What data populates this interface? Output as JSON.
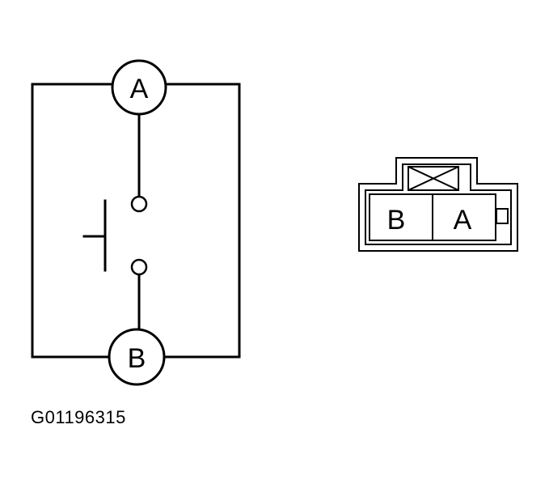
{
  "schematic": {
    "terminal_a": "A",
    "terminal_b": "B"
  },
  "connector": {
    "cavity_left": "B",
    "cavity_right": "A"
  },
  "figure_code": "G01196315"
}
